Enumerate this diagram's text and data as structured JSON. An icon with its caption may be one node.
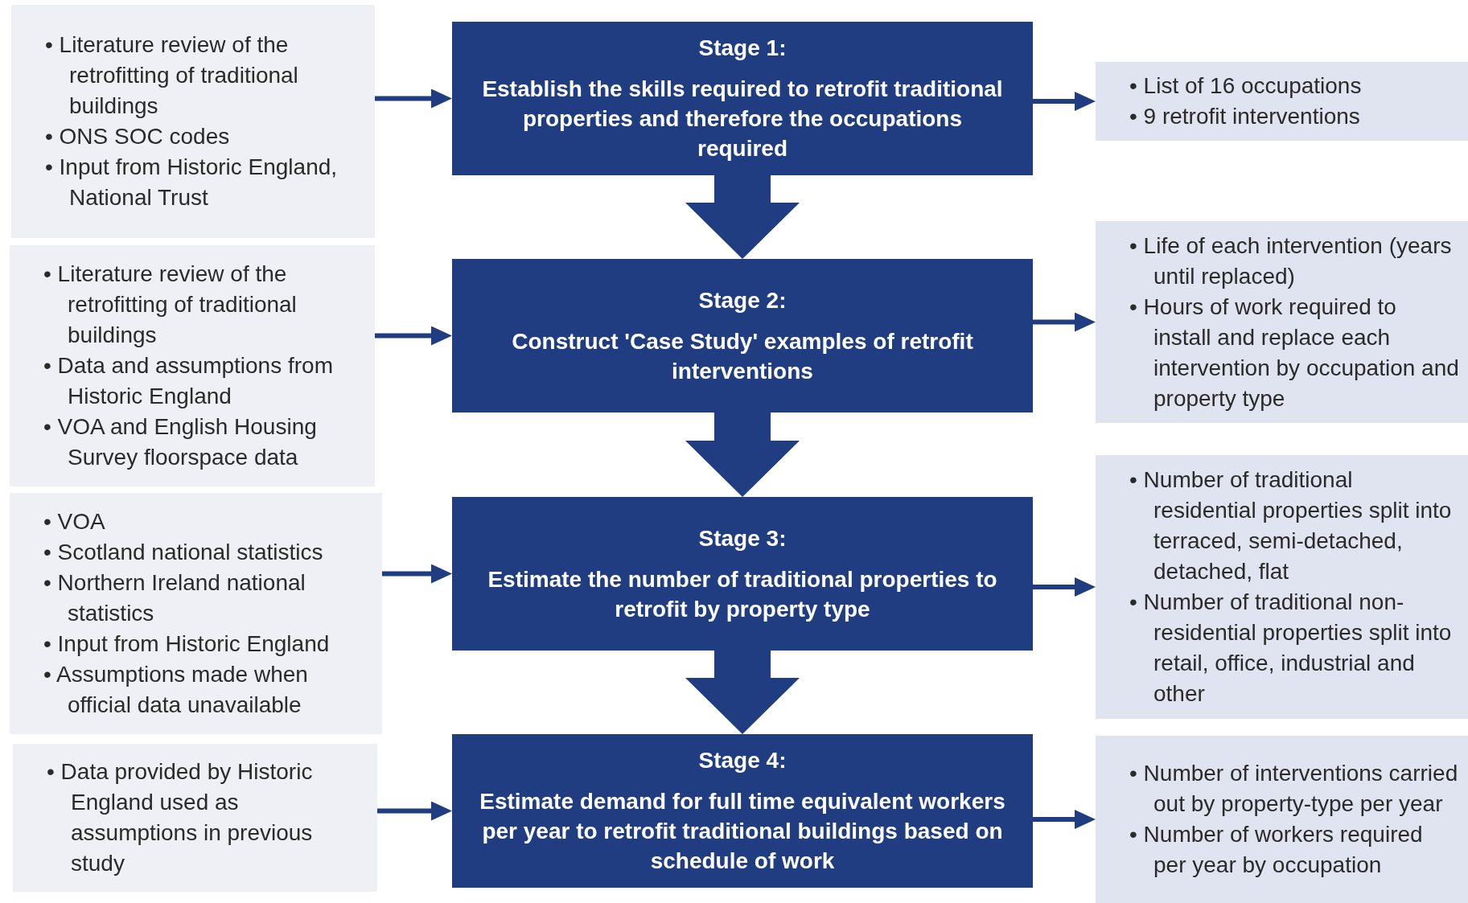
{
  "diagram": {
    "nodes": [
      {
        "text": [
          "• Literature review of the retrofitting of traditional buildings",
          "• ONS SOC codes",
          "• Input from Historic England, National Trust"
        ]
      },
      {
        "text": [
          "Stage 1:",
          "Establish the skills required to retrofit traditional properties and therefore the occupations required"
        ]
      },
      {
        "text": [
          "• List of 16 occupations",
          "• 9 retrofit interventions"
        ]
      },
      {
        "text": [
          "• Literature review of the retrofitting of traditional buildings",
          "• Data and assumptions from Historic England",
          "• VOA and English Housing Survey floorspace data"
        ]
      },
      {
        "text": [
          "Stage 2:",
          "Construct 'Case Study' examples of retrofit interventions"
        ]
      },
      {
        "text": [
          "• Life of each intervention (years until replaced)",
          "• Hours of work required to install and replace each intervention by occupation and property type"
        ]
      },
      {
        "text": [
          "• VOA",
          "• Scotland national statistics",
          "• Northern Ireland national statistics",
          "• Input from Historic England",
          "• Assumptions made when official data unavailable"
        ]
      },
      {
        "text": [
          "Stage 3:",
          "Estimate the number of traditional properties to retrofit by property type"
        ]
      },
      {
        "text": [
          "• Number of traditional residential properties split into terraced, semi-detached, detached, flat",
          "• Number of traditional non-residential properties split into retail, office, industrial and other"
        ]
      },
      {
        "text": [
          "• Data provided by Historic England used as assumptions in previous study"
        ]
      },
      {
        "text": [
          "Stage 4:",
          "Estimate demand for full time equivalent workers per year to retrofit traditional buildings based on schedule of work"
        ]
      },
      {
        "text": [
          "• Number of interventions carried out by property-type per year",
          "• Number of workers required per year by occupation"
        ]
      }
    ],
    "edges": [
      {
        "from": 0,
        "to": 1,
        "arrow": "to"
      },
      {
        "from": 1,
        "to": 2,
        "arrow": "to"
      },
      {
        "from": 1,
        "to": 4,
        "arrow": "to",
        "style": "thick"
      },
      {
        "from": 3,
        "to": 4,
        "arrow": "to"
      },
      {
        "from": 4,
        "to": 5,
        "arrow": "to"
      },
      {
        "from": 4,
        "to": 7,
        "arrow": "to",
        "style": "thick"
      },
      {
        "from": 6,
        "to": 7,
        "arrow": "to"
      },
      {
        "from": 7,
        "to": 8,
        "arrow": "to"
      },
      {
        "from": 7,
        "to": 10,
        "arrow": "to",
        "style": "thick"
      },
      {
        "from": 9,
        "to": 10,
        "arrow": "to"
      },
      {
        "from": 10,
        "to": 11,
        "arrow": "to"
      }
    ]
  }
}
